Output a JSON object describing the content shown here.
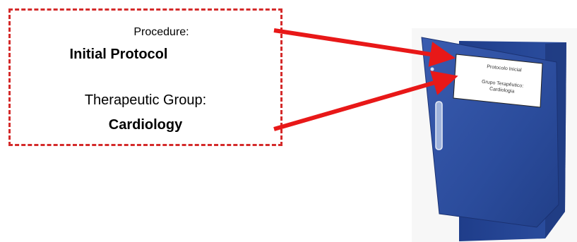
{
  "callout": {
    "procedure_label": "Procedure:",
    "procedure_value": "Initial Protocol",
    "group_label": "Therapeutic Group:",
    "group_value": "Cardiology"
  },
  "folder_label": {
    "line1": "Protocolo Inicial",
    "line2": "Grupo Terapêutico:",
    "line3": "Cardiologia"
  },
  "colors": {
    "arrow": "#e81818",
    "border": "#d42a2a",
    "folder": "#2b4c9c"
  }
}
